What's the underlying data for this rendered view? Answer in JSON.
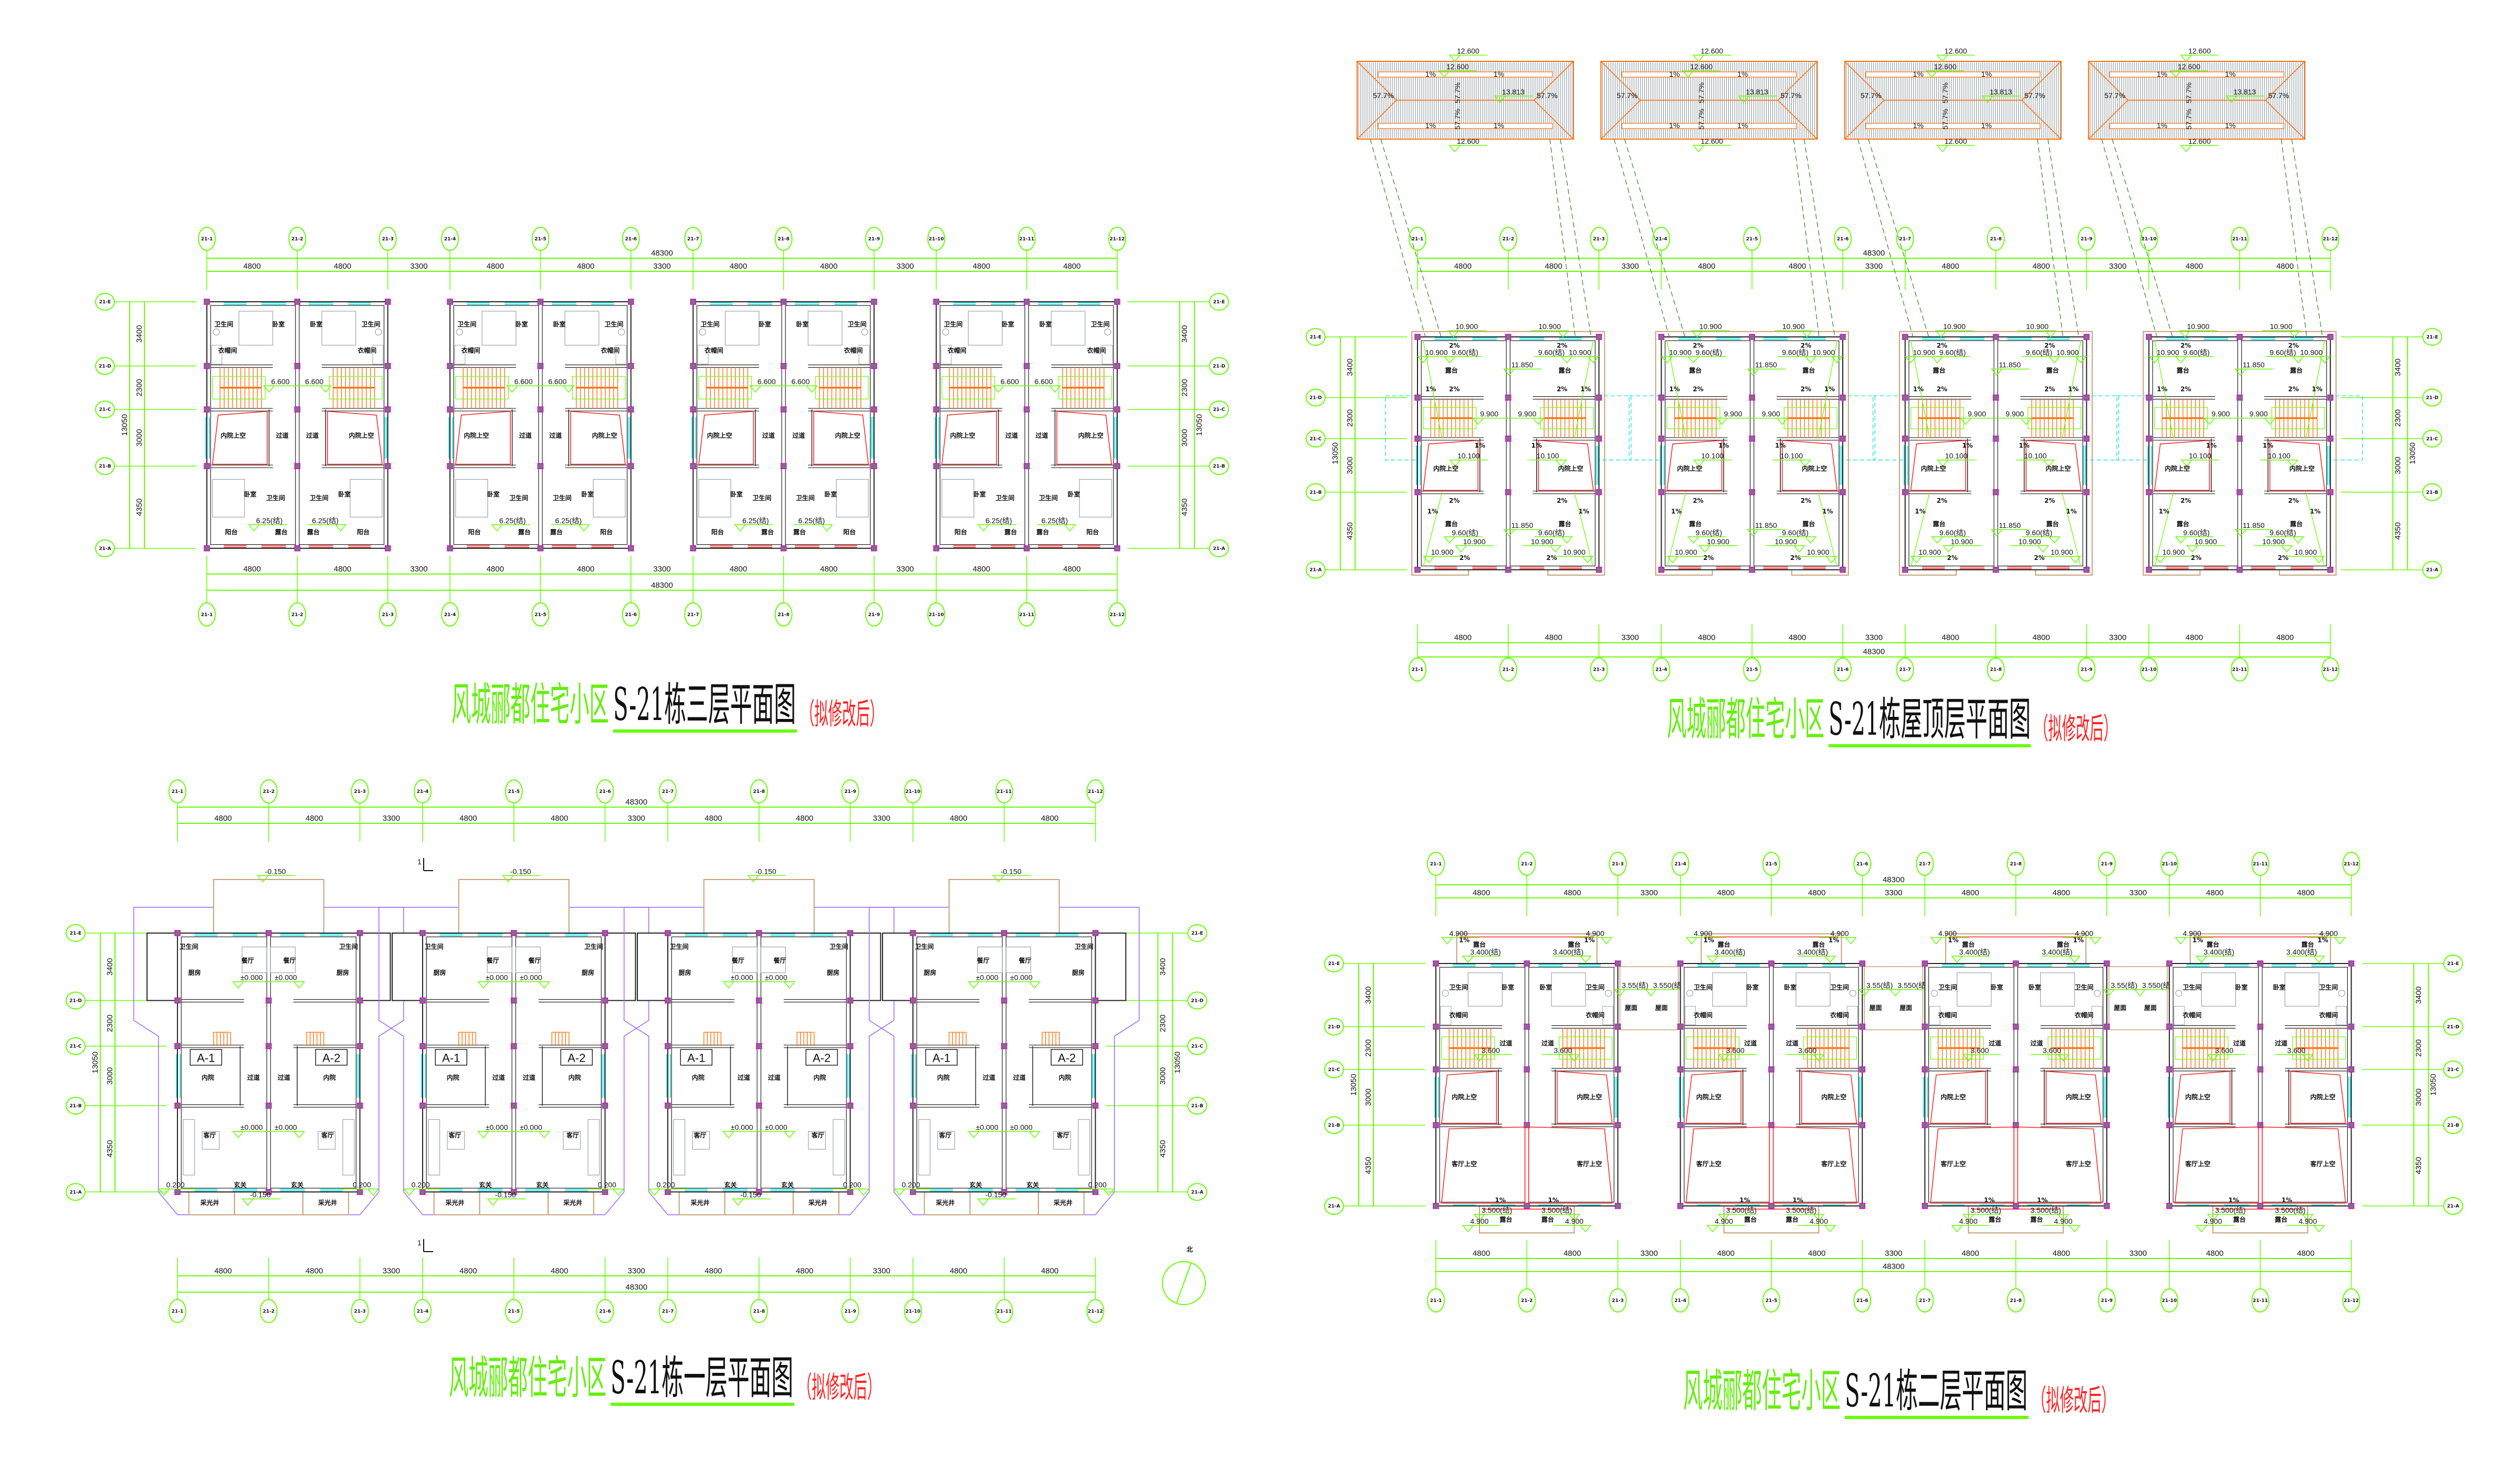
{
  "colors": {
    "axis": "#66ff00",
    "wall": "#222222",
    "stair": "#ff6a00",
    "window": "#00dddd",
    "void": "#ff2020",
    "column": "#e000e0",
    "outline_tan": "#c8a07a",
    "outline_purple": "#9a66ff",
    "furniture": "#9aa4aa",
    "title_project": "#66ee11",
    "title_note": "#ff2222"
  },
  "grid": {
    "axes_x": [
      "21-1",
      "21-2",
      "21-3",
      "21-4",
      "21-5",
      "21-6",
      "21-7",
      "21-8",
      "21-9",
      "21-10",
      "21-11",
      "21-12"
    ],
    "axes_y": [
      "21-E",
      "21-D",
      "21-C",
      "21-B",
      "21-A"
    ],
    "spans_x": [
      "4800",
      "4800",
      "3300",
      "4800",
      "4800",
      "3300",
      "4800",
      "4800",
      "3300",
      "4800",
      "4800"
    ],
    "total_x": "48300",
    "spans_y": [
      "3400",
      "2300",
      "3000",
      "4350"
    ],
    "total_y": "13050"
  },
  "plans": [
    {
      "id": "third-floor",
      "title": {
        "project": "风城郦都住宅小区",
        "name": "S-21栋三层平面图",
        "note": "（拟修改后）"
      },
      "unit_labels": [
        "卫生间",
        "卧室",
        "衣帽间",
        "6.600",
        "内院上空",
        "过道",
        "卧室",
        "卫生间",
        "阳台",
        "6.25(结)",
        "露台"
      ],
      "pair_labels": [],
      "unit_tags": [],
      "gap_labels": []
    },
    {
      "id": "roof-floor",
      "title": {
        "project": "风城郦都住宅小区",
        "name": "S-21栋屋顶层平面图",
        "note": "（拟修改后）"
      },
      "unit_labels": [
        "10.900",
        "2%",
        "9.60(结)",
        "10.900",
        "露台",
        "2%",
        "1%",
        "9.900",
        "1%",
        "10.100",
        "内院上空",
        "2%",
        "1%",
        "露台",
        "9.60(结)",
        "10.900",
        "2%",
        "10.900"
      ],
      "pair_labels": [
        "11.850",
        "11.850"
      ],
      "unit_tags": [],
      "gap_labels": []
    },
    {
      "id": "first-floor",
      "title": {
        "project": "风城郦都住宅小区",
        "name": "S-21栋一层平面图",
        "note": "（拟修改后）"
      },
      "unit_labels": [
        "卫生间",
        "厨房",
        "餐厅",
        "±0.000",
        "内院",
        "过道",
        "客厅",
        "±0.000",
        "玄关",
        "采光井",
        "0.200"
      ],
      "pair_labels": [
        "-0.150",
        "-0.150"
      ],
      "unit_tags": [
        "A-1",
        "A-2"
      ],
      "gap_labels": []
    },
    {
      "id": "second-floor",
      "title": {
        "project": "风城郦都住宅小区",
        "name": "S-21栋二层平面图",
        "note": "（拟修改后）"
      },
      "unit_labels": [
        "4.900",
        "1%",
        "露台",
        "3.400(结)",
        "卫生间",
        "卧室",
        "衣帽间",
        "过道",
        "3.600",
        "内院上空",
        "客厅上空",
        "3.500(结)",
        "露台",
        "4.900",
        "1%"
      ],
      "pair_labels": [],
      "unit_tags": [],
      "gap_labels": [
        "3.55(结)",
        "屋面",
        "3.550(结)",
        "屋面"
      ]
    }
  ],
  "roof_caps": {
    "eave": "12.600",
    "ridge": "13.813",
    "slope": "57.7%",
    "gutter": "1%"
  },
  "section_mark": "1",
  "north_arrow": {
    "label": "北"
  }
}
